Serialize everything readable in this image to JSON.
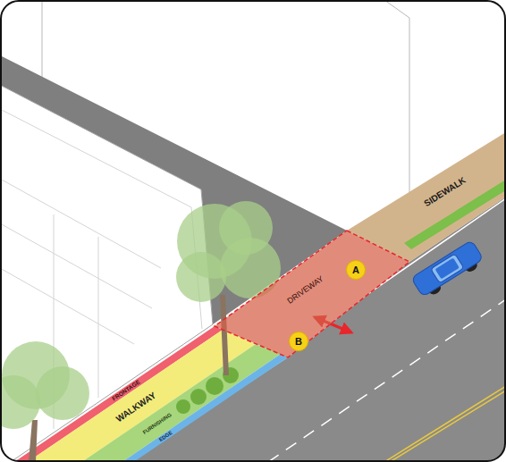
{
  "diagram": {
    "nodes": [
      {
        "text": [
          "SIDEWALK"
        ]
      },
      {
        "text": [
          "DRIVEWAY"
        ]
      },
      {
        "text": [
          "A"
        ],
        "in": 1
      },
      {
        "text": [
          "B"
        ],
        "in": 1
      },
      {
        "text": [
          "FRONTAGE"
        ]
      },
      {
        "text": [
          "WALKWAY"
        ]
      },
      {
        "text": [
          "FURNISHING"
        ]
      },
      {
        "text": [
          "EDGE"
        ]
      }
    ]
  }
}
